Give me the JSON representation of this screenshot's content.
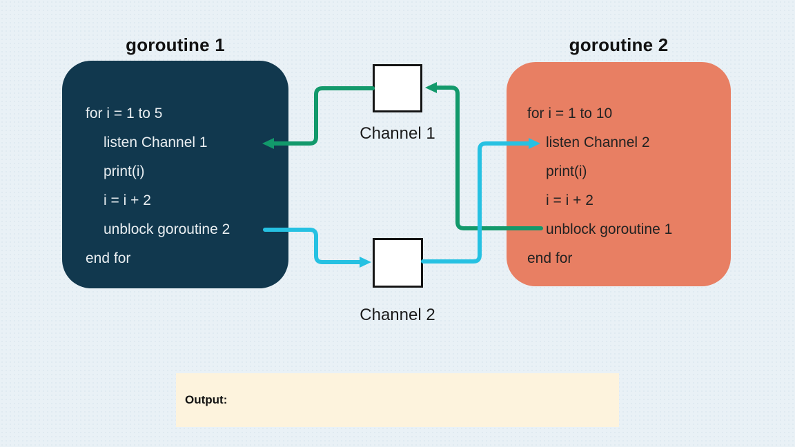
{
  "diagram": {
    "goroutine1": {
      "title": "goroutine 1",
      "box_color": "#11384e",
      "text_color": "#e9eef1",
      "lines": [
        "for i = 1 to 5",
        "listen Channel 1",
        "print(i)",
        "i = i + 2",
        "unblock goroutine 2",
        "end for"
      ]
    },
    "goroutine2": {
      "title": "goroutine 2",
      "box_color": "#e87f63",
      "text_color": "#222222",
      "lines": [
        "for i = 1 to 10",
        "listen Channel 2",
        "print(i)",
        "i = i + 2",
        "unblock goroutine 1",
        "end for"
      ]
    },
    "channel1": {
      "label": "Channel 1"
    },
    "channel2": {
      "label": "Channel 2"
    },
    "output": {
      "label": "Output:",
      "box_color": "#fdf3dd"
    },
    "colors": {
      "green_arrow": "#12996b",
      "cyan_arrow": "#26c1e2",
      "background": "#e9f1f6"
    }
  }
}
